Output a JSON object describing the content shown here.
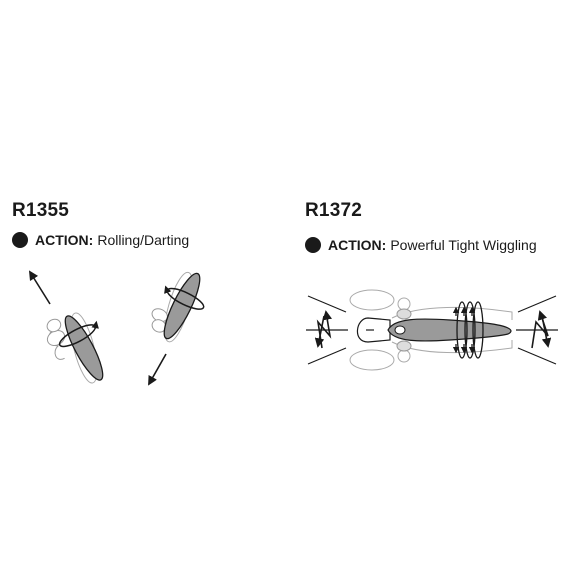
{
  "left": {
    "model": "R1355",
    "action_label": "ACTION:",
    "action_value": "Rolling/Darting"
  },
  "right": {
    "model": "R1372",
    "action_label": "ACTION:",
    "action_value": "Powerful Tight Wiggling"
  },
  "colors": {
    "body_fill": "#9a9a9a",
    "outline": "#1a1a1a",
    "ghost": "#aaaaaa"
  }
}
